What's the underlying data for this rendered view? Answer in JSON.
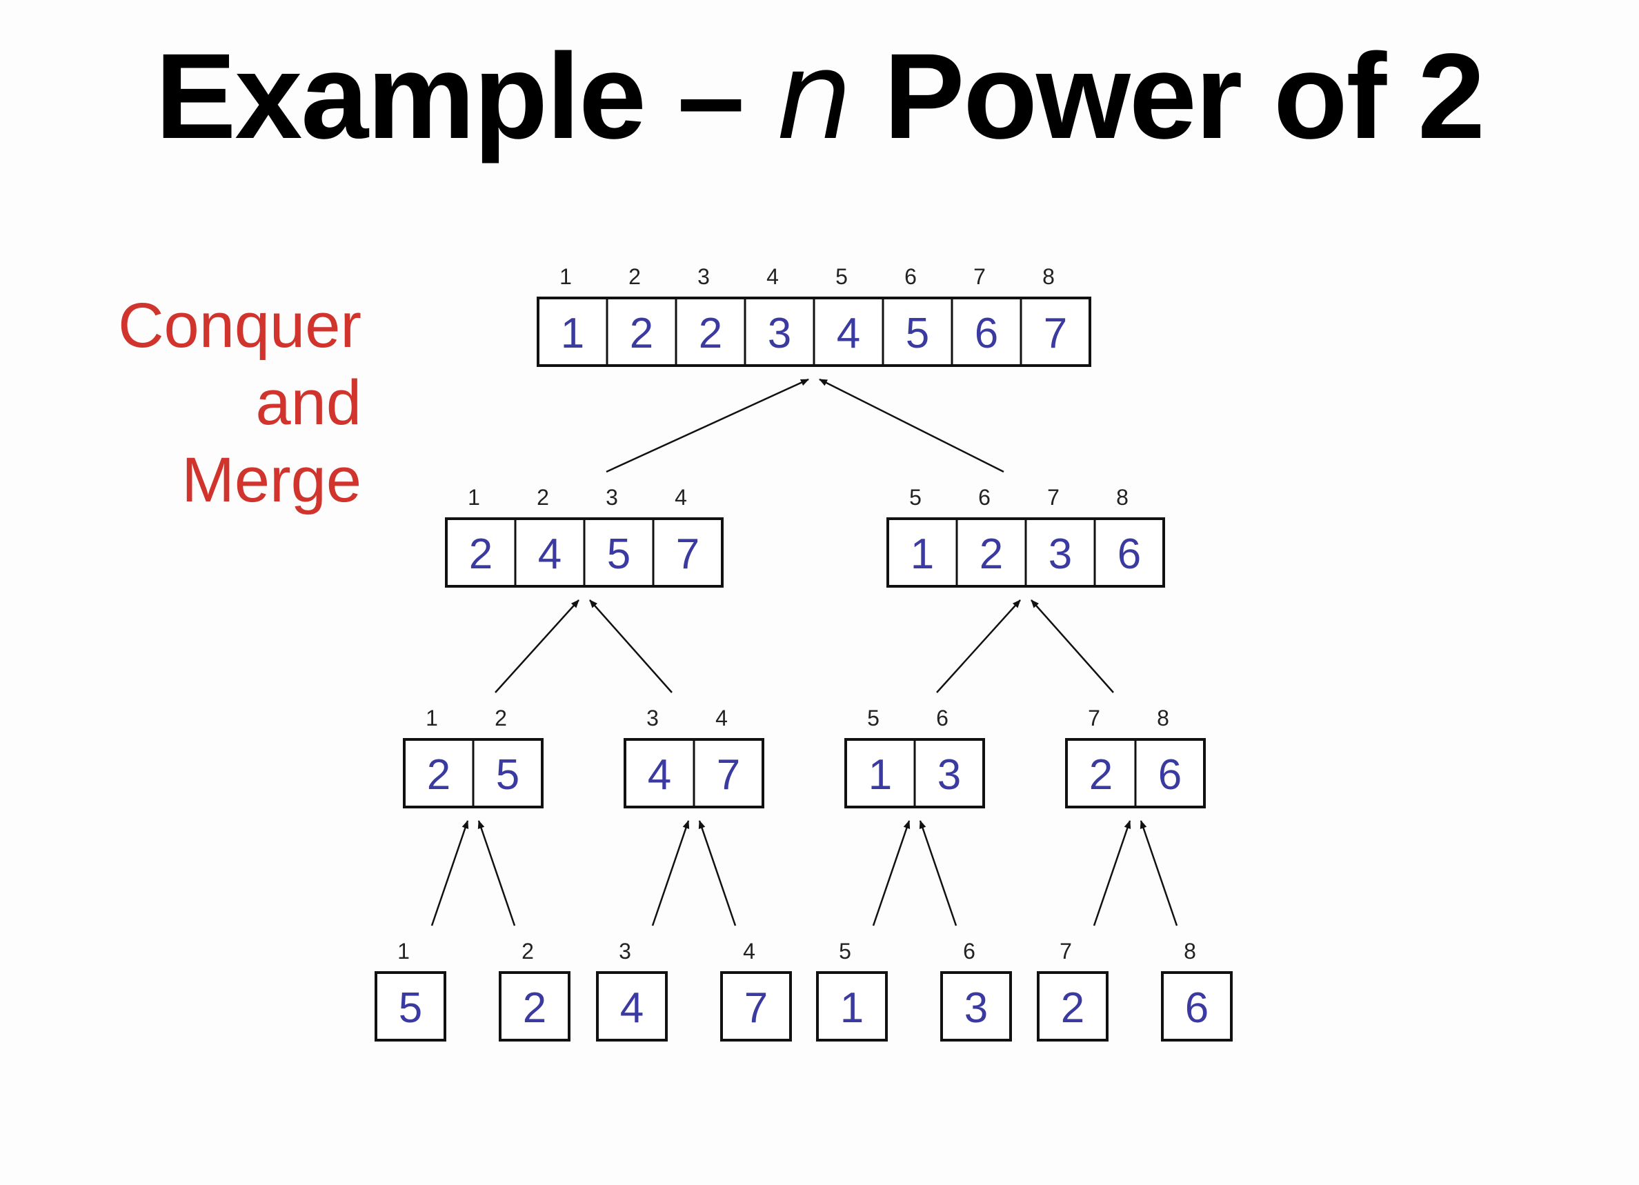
{
  "title": {
    "prefix": "Example – ",
    "variable": "n",
    "suffix": " Power of 2"
  },
  "side_label": [
    "Conquer",
    "and",
    "Merge"
  ],
  "tree": {
    "levels": [
      [
        {
          "indices": [
            1,
            2,
            3,
            4,
            5,
            6,
            7,
            8
          ],
          "values": [
            1,
            2,
            2,
            3,
            4,
            5,
            6,
            7
          ]
        }
      ],
      [
        {
          "indices": [
            1,
            2,
            3,
            4
          ],
          "values": [
            2,
            4,
            5,
            7
          ]
        },
        {
          "indices": [
            5,
            6,
            7,
            8
          ],
          "values": [
            1,
            2,
            3,
            6
          ]
        }
      ],
      [
        {
          "indices": [
            1,
            2
          ],
          "values": [
            2,
            5
          ]
        },
        {
          "indices": [
            3,
            4
          ],
          "values": [
            4,
            7
          ]
        },
        {
          "indices": [
            5,
            6
          ],
          "values": [
            1,
            3
          ]
        },
        {
          "indices": [
            7,
            8
          ],
          "values": [
            2,
            6
          ]
        }
      ],
      [
        {
          "indices": [
            1
          ],
          "values": [
            5
          ]
        },
        {
          "indices": [
            2
          ],
          "values": [
            2
          ]
        },
        {
          "indices": [
            3
          ],
          "values": [
            4
          ]
        },
        {
          "indices": [
            4
          ],
          "values": [
            7
          ]
        },
        {
          "indices": [
            5
          ],
          "values": [
            1
          ]
        },
        {
          "indices": [
            6
          ],
          "values": [
            3
          ]
        },
        {
          "indices": [
            7
          ],
          "values": [
            2
          ]
        },
        {
          "indices": [
            8
          ],
          "values": [
            6
          ]
        }
      ]
    ]
  },
  "colors": {
    "title": "#000000",
    "side_label": "#d0342c",
    "cell_value": "#3a3aa0",
    "box_border": "#111111"
  }
}
